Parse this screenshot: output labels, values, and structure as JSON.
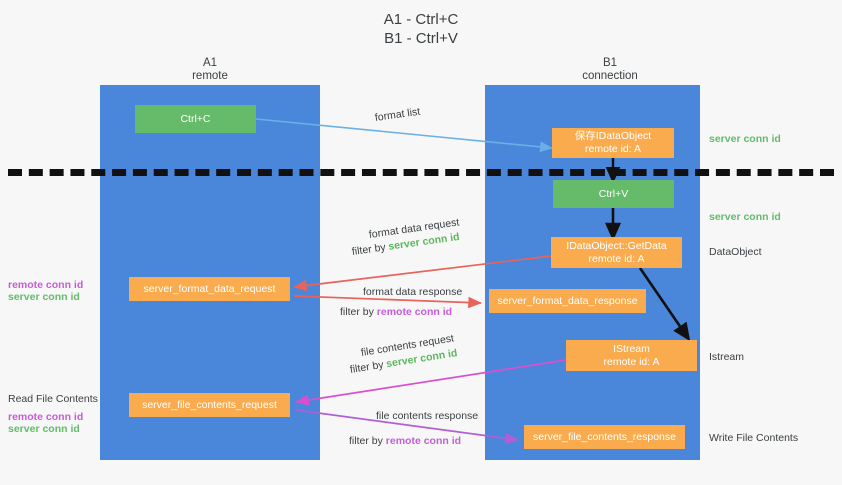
{
  "title": "A1 - Ctrl+C\nB1 - Ctrl+V",
  "columns": {
    "left": "A1\nremote",
    "right": "B1\nconnection"
  },
  "colors": {
    "lane": "#4a86d9",
    "box_orange": "#f9ab4e",
    "box_green": "#66bb6a",
    "server_conn_id": "#5cb85c",
    "remote_conn_id": "#c45ed6",
    "divider": "#111111",
    "wire_blue": "#6ab0e8",
    "wire_red": "#e8635a",
    "wire_magenta": "#d94fd0",
    "wire_purple": "#b15fd6",
    "wire_black": "#111111",
    "background": "#f7f7f7",
    "text": "#3c4043"
  },
  "boxes": {
    "ctrl_c": {
      "line1": "Ctrl+C",
      "line2": ""
    },
    "ctrl_v": {
      "line1": "Ctrl+V",
      "line2": ""
    },
    "idataobject_store": {
      "line1": "保存IDataObject",
      "line2": "remote id: A"
    },
    "idataobject_getdata": {
      "line1": "IDataObject::GetData",
      "line2": "remote id: A"
    },
    "istream": {
      "line1": "IStream",
      "line2": "remote id: A"
    },
    "server_format_data_request": {
      "line1": "server_format_data_request",
      "line2": ""
    },
    "server_format_data_response": {
      "line1": "server_format_data_response",
      "line2": ""
    },
    "server_file_contents_request": {
      "line1": "server_file_contents_request",
      "line2": ""
    },
    "server_file_contents_response": {
      "line1": "server_file_contents_response",
      "line2": ""
    }
  },
  "edge_labels": {
    "format_list": "format list",
    "format_data_request": "format data request",
    "format_data_request_filter_prefix": "filter by ",
    "format_data_request_filter_key": "server conn id",
    "format_data_response": "format data response",
    "format_data_response_filter_prefix": "filter by ",
    "format_data_response_filter_key": "remote conn id",
    "file_contents_request": "file contents request",
    "file_contents_request_filter_prefix": "filter by ",
    "file_contents_request_filter_key": "server conn id",
    "file_contents_response": "file contents response",
    "file_contents_response_filter_prefix": "filter by ",
    "file_contents_response_filter_key": "remote conn id"
  },
  "left_annotations": {
    "remote_conn_id_top": "remote conn id",
    "server_conn_id_top": "server conn id",
    "read_file_contents": "Read File Contents",
    "remote_conn_id_bottom": "remote conn id",
    "server_conn_id_bottom": "server conn id"
  },
  "right_annotations": {
    "server_conn_id_top": "server conn id",
    "server_conn_id_mid": "server conn id",
    "dataobject": "DataObject",
    "istream": "Istream",
    "write_file_contents": "Write File Contents"
  }
}
